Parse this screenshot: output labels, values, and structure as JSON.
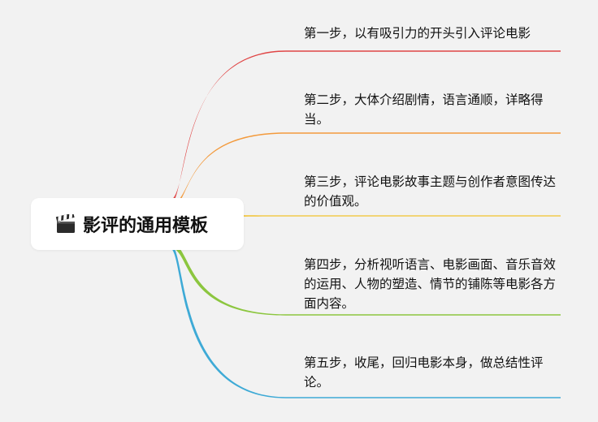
{
  "root": {
    "title": "影评的通用模板",
    "icon": "clapperboard-icon"
  },
  "branches": [
    {
      "text": "第一步，以有吸引力的开头引入评论电影",
      "color": "#e04646"
    },
    {
      "text": "第二步，大体介绍剧情，语言通顺，详略得当。",
      "color": "#f39a3c"
    },
    {
      "text": "第三步，评论电影故事主题与创作者意图传达的价值观。",
      "color": "#f2c94c"
    },
    {
      "text": "第四步，分析视听语言、电影画面、音乐音效的运用、人物的塑造、情节的铺陈等电影各方面内容。",
      "color": "#8cc63f"
    },
    {
      "text": "第五步，收尾，回归电影本身，做总结性评论。",
      "color": "#3eaad6"
    }
  ],
  "background": "#f2f2f2"
}
